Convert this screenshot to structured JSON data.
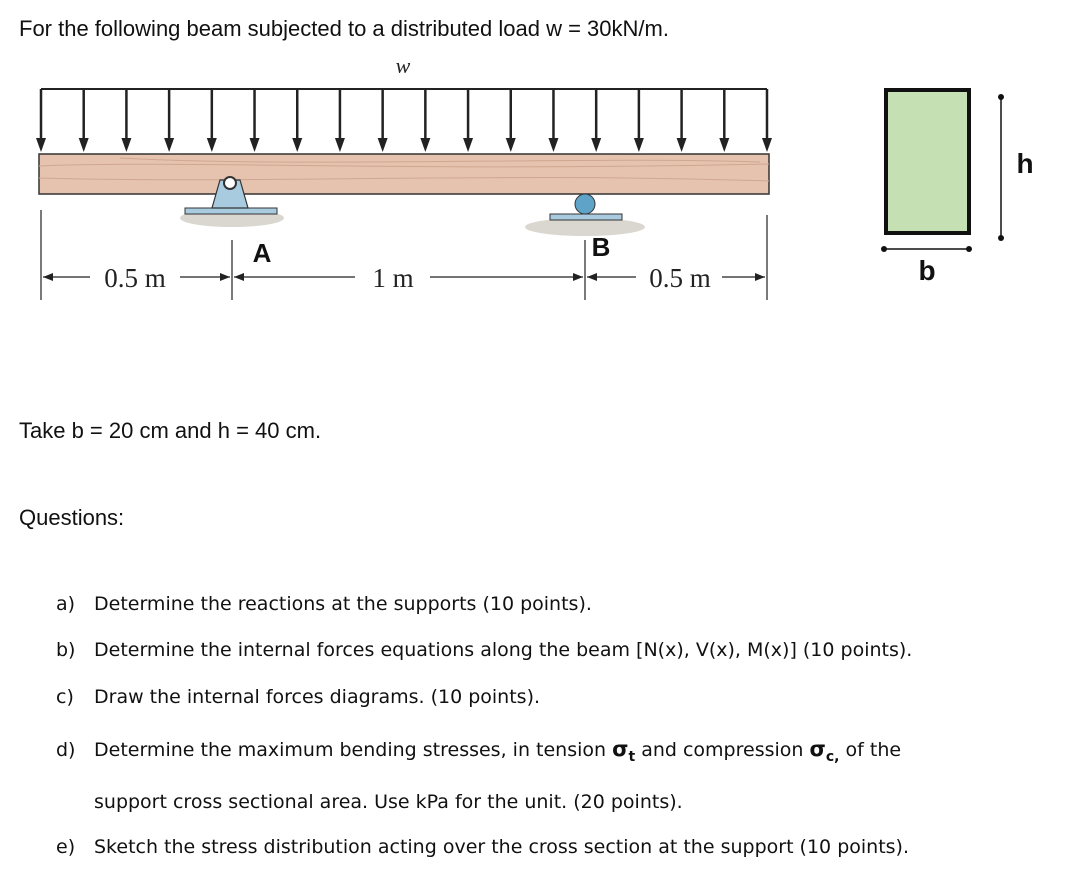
{
  "problem": {
    "intro": "For the following beam subjected to a distributed load w = 30kN/m.",
    "dimensions_note": "Take b = 20 cm and h = 40 cm.",
    "questions_heading": "Questions:"
  },
  "figure": {
    "load_label": "w",
    "support_a_label": "A",
    "support_b_label": "B",
    "span_left": "0.5 m",
    "span_middle": "1 m",
    "span_right": "0.5 m",
    "section_width_label": "b",
    "section_height_label": "h",
    "colors": {
      "beam_wood": "#e6c3ae",
      "support_blue": "#a9cbe0",
      "section_fill": "#c5e0b3",
      "ground": "#d9d7d0"
    }
  },
  "questions": [
    {
      "letter": "a)",
      "text": "Determine the reactions at the supports (10 points)."
    },
    {
      "letter": "b)",
      "text": "Determine the internal forces equations along the beam [N(x), V(x), M(x)]  (10 points)."
    },
    {
      "letter": "c)",
      "text": "Draw the internal forces diagrams. (10 points)."
    },
    {
      "letter": "d)",
      "text_before": "Determine the maximum bending stresses, in tension ",
      "sigma_t": "σ",
      "sub_t": "t",
      "text_mid": " and compression ",
      "sigma_c": "σ",
      "sub_c": "c,",
      "text_after": " of the",
      "continuation": "support cross sectional area. Use kPa for the unit.  (20 points)."
    },
    {
      "letter": "e)",
      "text": "Sketch the stress distribution acting over the cross section at the support (10 points)."
    }
  ]
}
